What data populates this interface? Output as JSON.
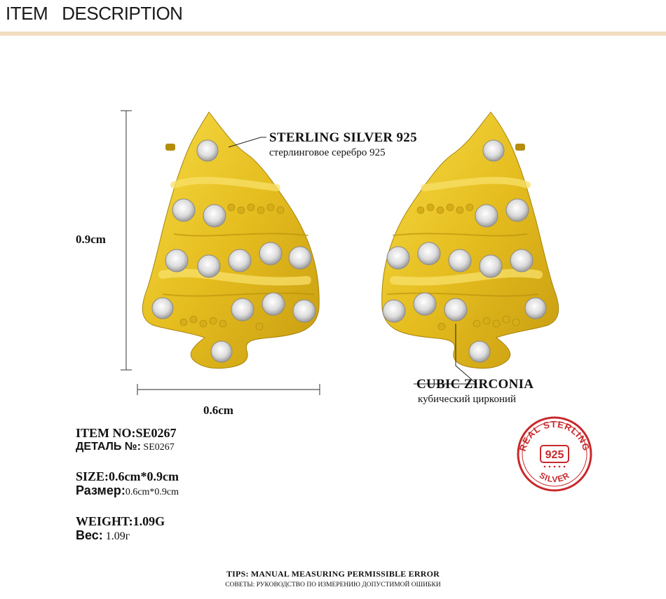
{
  "header": {
    "title": "ITEM   DESCRIPTION"
  },
  "dimensions": {
    "height": "0.9cm",
    "width": "0.6cm"
  },
  "callouts": {
    "material": {
      "en": "STERLING SILVER 925",
      "ru": "стерлинговое серебро 925"
    },
    "stone": {
      "en": "CUBIC ZIRCONIA",
      "ru": "кубический цирконий"
    }
  },
  "specs": {
    "item_no": {
      "en": "ITEM NO:SE0267",
      "ru_label": "ДЕТАЛЬ №:",
      "ru_value": " SE0267"
    },
    "size": {
      "en": "SIZE:0.6cm*0.9cm",
      "ru_label": "Размер:",
      "ru_value": "0.6cm*0.9cm"
    },
    "weight": {
      "en": "WEIGHT:1.09G",
      "ru_label": "Вес:",
      "ru_value": " 1.09г"
    }
  },
  "badge": {
    "top_text": "REAL STERLING",
    "bottom_text": "SILVER",
    "number": "925",
    "color": "#c8282c"
  },
  "tips": {
    "en": "TIPS: MANUAL MEASURING PERMISSIBLE ERROR",
    "ru": "СОВЕТЫ: РУКОВОДСТВО ПО ИЗМЕРЕНИЮ ДОПУСТИМОЙ ОШИБКИ"
  },
  "colors": {
    "gold": "#e8c322",
    "gold_dark": "#b58d0c",
    "stone": "#e6e6e6",
    "header_rule": "#f2dcc0"
  }
}
